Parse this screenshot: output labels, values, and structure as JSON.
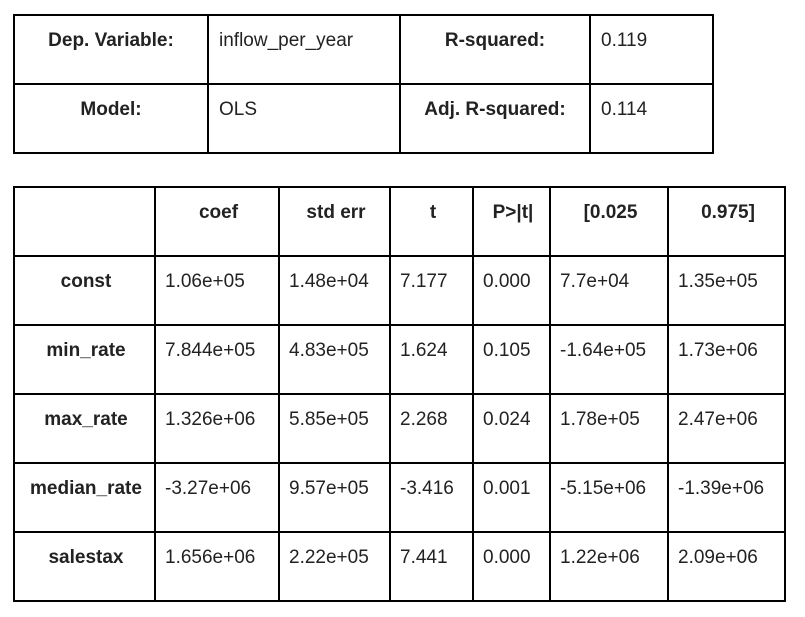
{
  "summary": {
    "rows": [
      {
        "label1": "Dep. Variable:",
        "value1": "inflow_per_year",
        "label2": "R-squared:",
        "value2": "0.119"
      },
      {
        "label1": "Model:",
        "value1": "OLS",
        "label2": "Adj. R-squared:",
        "value2": "0.114"
      }
    ]
  },
  "coefficients": {
    "headers": [
      "",
      "coef",
      "std err",
      "t",
      "P>|t|",
      "[0.025",
      "0.975]"
    ],
    "rows": [
      {
        "name": "const",
        "cells": [
          "1.06e+05",
          "1.48e+04",
          "7.177",
          "0.000",
          "7.7e+04",
          "1.35e+05"
        ]
      },
      {
        "name": "min_rate",
        "cells": [
          "7.844e+05",
          "4.83e+05",
          "1.624",
          "0.105",
          "-1.64e+05",
          "1.73e+06"
        ]
      },
      {
        "name": "max_rate",
        "cells": [
          "1.326e+06",
          "5.85e+05",
          "2.268",
          "0.024",
          "1.78e+05",
          "2.47e+06"
        ]
      },
      {
        "name": "median_rate",
        "cells": [
          "-3.27e+06",
          "9.57e+05",
          "-3.416",
          "0.001",
          "-5.15e+06",
          "-1.39e+06"
        ]
      },
      {
        "name": "salestax",
        "cells": [
          "1.656e+06",
          "2.22e+05",
          "7.441",
          "0.000",
          "1.22e+06",
          "2.09e+06"
        ]
      }
    ]
  }
}
